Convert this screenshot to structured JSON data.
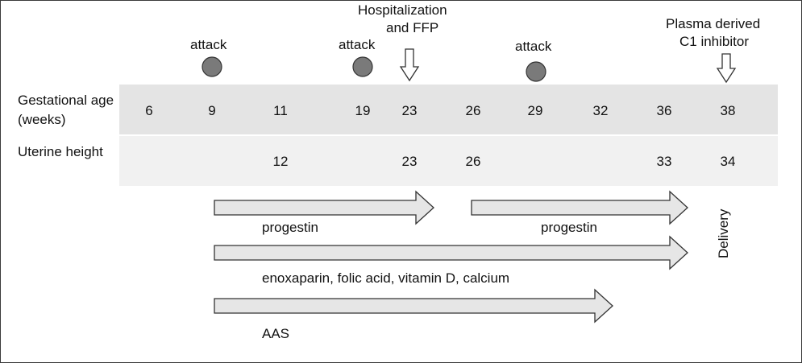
{
  "row_labels": {
    "gestational_age": "Gestational age (weeks)",
    "uterine_height": "Uterine height"
  },
  "gestational_age_weeks": [
    "6",
    "9",
    "11",
    "19",
    "23",
    "26",
    "29",
    "32",
    "36",
    "38"
  ],
  "uterine_height_values": [
    "12",
    "23",
    "26",
    "33",
    "34"
  ],
  "events": {
    "attack_label": "attack",
    "hospitalization_line1": "Hospitalization",
    "hospitalization_line2": "and FFP",
    "c1_line1": "Plasma derived",
    "c1_line2": "C1 inhibitor"
  },
  "treatments": {
    "progestin_1": "progestin",
    "progestin_2": "progestin",
    "supplements": "enoxaparin, folic acid, vitamin D, calcium",
    "aas": "AAS"
  },
  "delivery_label": "Delivery",
  "colors": {
    "attack_dot": "#7a7a7a",
    "arrow_fill": "#e6e6e6",
    "band_dark": "#e4e4e4",
    "band_light": "#f1f1f1"
  }
}
